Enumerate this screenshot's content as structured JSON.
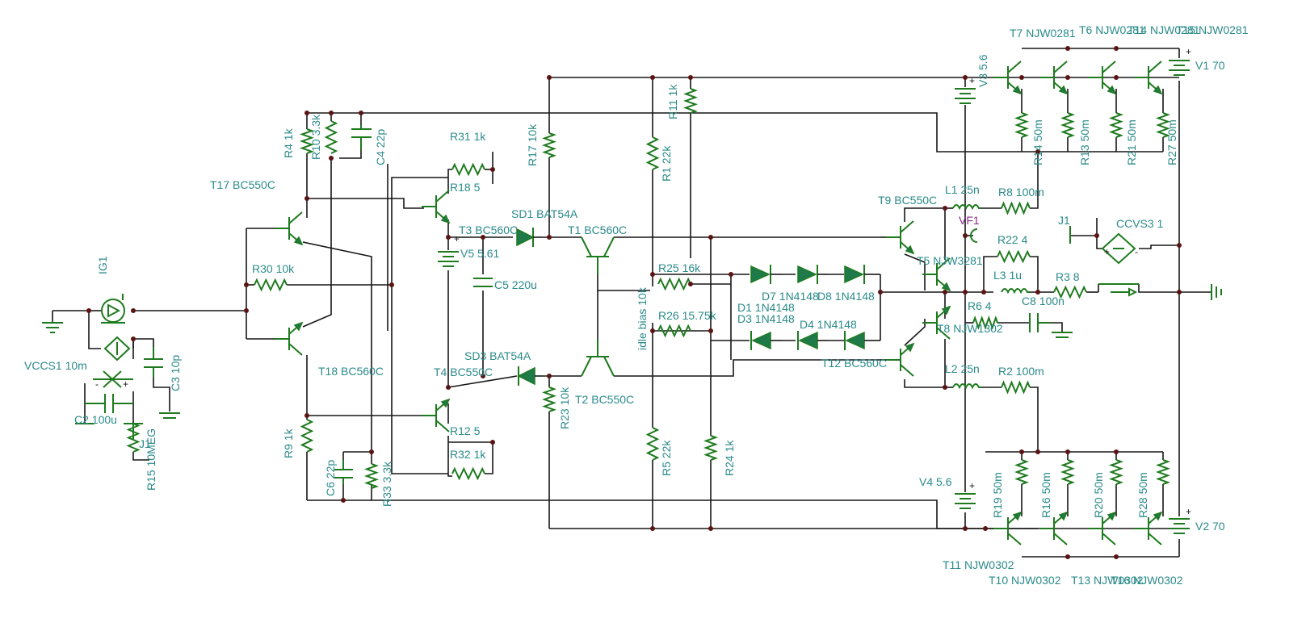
{
  "components": {
    "ig1": "IG1",
    "vccs1": "VCCS1 10m",
    "c2": "C2 100u",
    "c3": "C3 10p",
    "r15": "R15 10MEG",
    "j1_in": "J1",
    "r4": "R4 1k",
    "r10": "R10 3.3k",
    "c4": "C4 22p",
    "t17": "T17 BC550C",
    "r30": "R30 10k",
    "t18": "T18 BC560C",
    "r9": "R9 1k",
    "c6": "C6 22p",
    "r33": "R33 3.3k",
    "r31": "R31 1k",
    "r18": "R18 5",
    "t3": "T3 BC560C",
    "v5": "V5 5.61",
    "c5": "C5 220u",
    "t4": "T4 BC550C",
    "r12": "R12 5",
    "r32": "R32 1k",
    "r17": "R17 10k",
    "sd1": "SD1 BAT54A",
    "t1": "T1 BC560C",
    "sd3": "SD3 BAT54A",
    "r23": "R23 10k",
    "t2": "T2 BC550C",
    "r11": "R11 1k",
    "r1": "R1 22k",
    "idle": "idle bias 10k",
    "r25": "R25 16k",
    "r26": "R26 15.75k",
    "r5": "R5 22k",
    "r24": "R24 1k",
    "d7": "D7 1N4148",
    "d1": "D1 1N4148",
    "d8": "D8 1N4148",
    "d3": "D3 1N4148",
    "d4": "D4 1N4148",
    "t12": "T12 BC560C",
    "t9": "T9 BC550C",
    "t5": "T5 NJW3281",
    "t8": "T8 NJW1302",
    "l1": "L1 25n",
    "r8": "R8 100m",
    "vf1": "VF1",
    "j1": "J1",
    "ccvs3": "CCVS3 1",
    "r22": "R22 4",
    "l3": "L3 1u",
    "r3": "R3 8",
    "r6": "R6 4",
    "c8": "C8 100n",
    "l2": "L2 25n",
    "r2": "R2 100m",
    "v3": "V3 5.6",
    "v4": "V4 5.6",
    "v1": "V1 70",
    "v2": "V2 70",
    "t7": "T7 NJW0281",
    "t6": "T6 NJW0281",
    "t14": "T14 NJW0281",
    "t15": "T15 NJW0281",
    "r14": "R14 50m",
    "r13": "R13 50m",
    "r21": "R21 50m",
    "r27": "R27 50m",
    "r19": "R19 50m",
    "r16": "R16 50m",
    "r20": "R20 50m",
    "r28": "R28 50m",
    "t11": "T11 NJW0302",
    "t10": "T10 NJW0302",
    "t13": "T13 NJW0302",
    "t16": "T16 NJW0302"
  },
  "colors": {
    "wire": "#161616",
    "component": "#1e7a1e",
    "label": "#2b8a8a",
    "probe": "#8a2b8a",
    "junction": "#5a1414"
  }
}
